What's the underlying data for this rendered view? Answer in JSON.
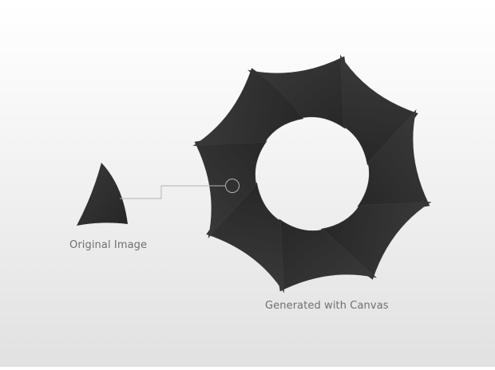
{
  "captions": {
    "original": "Original Image",
    "generated": "Generated with Canvas"
  },
  "colors": {
    "background_top": "#ffffff",
    "background_bottom": "#e1e1e1",
    "shape_fill": "#2e2e2e",
    "shape_edge": "#3a3a3a",
    "connector": "#b3b3b3",
    "caption_text": "#6f6f6f"
  },
  "figure": {
    "blade_count": 8
  }
}
